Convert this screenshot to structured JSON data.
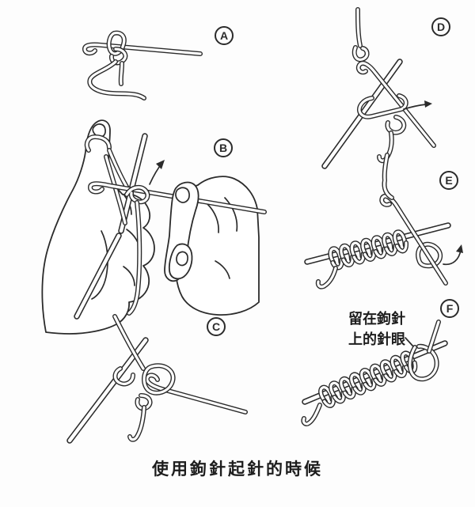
{
  "colors": {
    "ink": "#2b2b2b",
    "paper": "#fdfdfd"
  },
  "figure": {
    "step_labels": [
      "A",
      "B",
      "C",
      "D",
      "E",
      "F"
    ],
    "annotation": {
      "line1": "留在鉤針",
      "line2": "上的針眼"
    },
    "caption": "使用鉤針起針的時候"
  }
}
